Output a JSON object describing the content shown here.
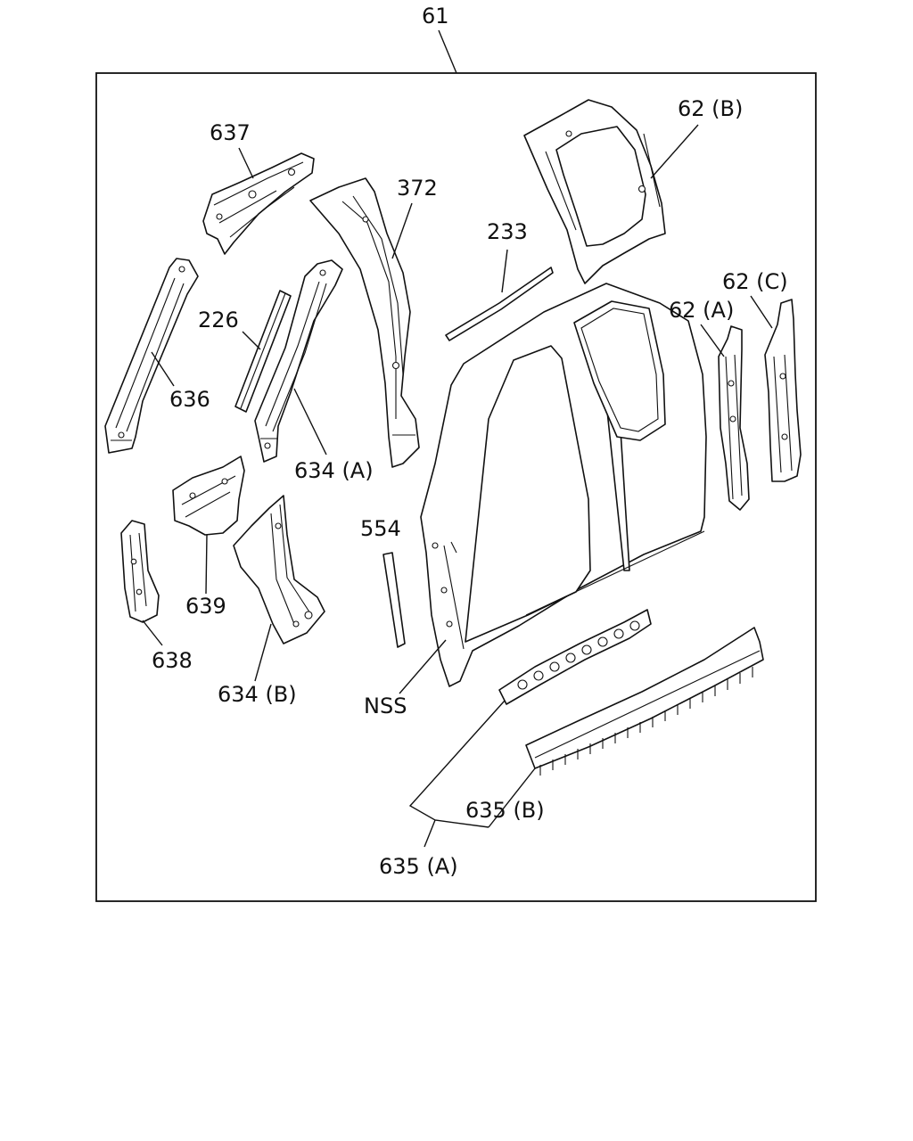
{
  "diagram": {
    "assembly_label": "61",
    "labels": {
      "p637": "637",
      "p372": "372",
      "p62b": "62 (B)",
      "p233": "233",
      "p62c": "62 (C)",
      "p62a": "62 (A)",
      "p226": "226",
      "p636": "636",
      "p634a": "634 (A)",
      "p554": "554",
      "p639": "639",
      "p638": "638",
      "p634b": "634 (B)",
      "nss": "NSS",
      "p635b": "635 (B)",
      "p635a": "635 (A)"
    }
  }
}
